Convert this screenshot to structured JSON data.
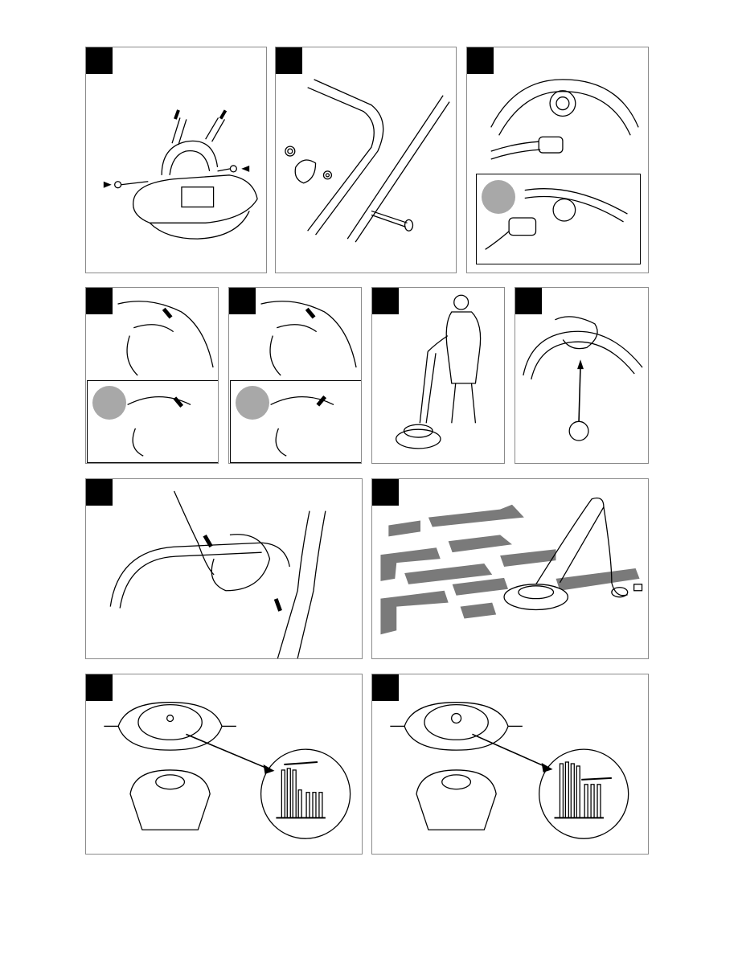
{
  "page": {
    "background": "#ffffff",
    "panel_border_color": "#8a8a8a",
    "tab_color": "#000000",
    "badge_color": "#a8a8a8",
    "grass_arrow_color": "#7a7a7a"
  },
  "panels": [
    {
      "id": "p1",
      "depicts": "handle-assembly"
    },
    {
      "id": "p2",
      "depicts": "bolt-and-nut-fitting"
    },
    {
      "id": "p3",
      "depicts": "cable-plug-connection"
    },
    {
      "id": "p4",
      "depicts": "switch-press-down"
    },
    {
      "id": "p5",
      "depicts": "switch-release"
    },
    {
      "id": "p6",
      "depicts": "operator-with-mower"
    },
    {
      "id": "p7",
      "depicts": "safety-lock-button"
    },
    {
      "id": "p8",
      "depicts": "start-procedure"
    },
    {
      "id": "p9",
      "depicts": "mowing-pattern"
    },
    {
      "id": "p10",
      "depicts": "blade-height-low"
    },
    {
      "id": "p11",
      "depicts": "blade-height-high"
    }
  ]
}
